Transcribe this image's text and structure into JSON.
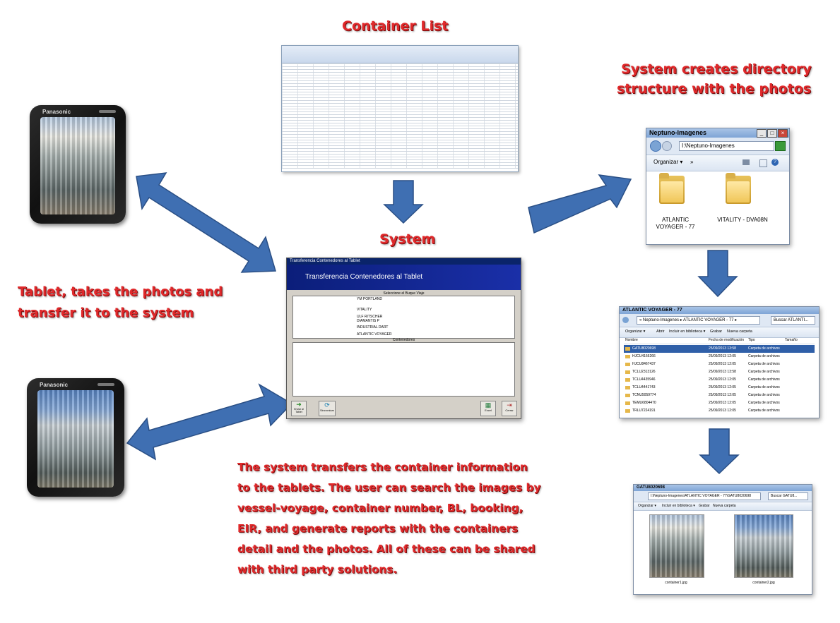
{
  "labels": {
    "container_list": "Container List",
    "system_creates_1": "System creates directory",
    "system_creates_2": "structure with the photos",
    "system": "System",
    "tablet_1": "Tablet, takes the photos and",
    "tablet_2": "transfer it to the system",
    "transfer_lines": [
      "The system transfers the container information",
      "to the tablets. The user can search the images by",
      "vessel-voyage, container number, BL, booking,",
      "EIR, and generate reports with the containers",
      "detail and the photos. All of these can be shared",
      "with third party solutions."
    ]
  },
  "colors": {
    "caption_red": "#e0292b",
    "arrow_blue": "#3f6fb2",
    "arrow_outline": "#2a4f85"
  },
  "tablets": {
    "brand": "Panasonic"
  },
  "app_window": {
    "title": "Transferencia Contenedores al Tablet",
    "header": "Transferencia Contenedores al Tablet",
    "voyage_group": "Seleccione el Buque Viaje",
    "containers_group": "Contenedores",
    "voyage_rows": [
      "YM PORTLAND",
      "VITALITY",
      "ULF RITSCHER",
      "DIAMANTIS P",
      "INDUSTRIAL DART",
      "ATLANTIC VOYAGER"
    ],
    "btn_send": "Enviar al Tablet",
    "btn_sync": "Sincronizar",
    "btn_excel": "Excel",
    "btn_close": "Cerrar"
  },
  "explorer_main": {
    "title": "Neptuno-Imagenes",
    "address": "I:\\Neptuno-Imagenes",
    "organize": "Organizar ▾",
    "more": "»",
    "folders": [
      "ATLANTIC VOYAGER - 77",
      "VITALITY - DVA08N"
    ]
  },
  "explorer_voyage": {
    "title": "ATLANTIC VOYAGER - 77",
    "address": "« Neptuno-Imagenes ▸ ATLANTIC VOYAGER - 77 ▸",
    "search": "Buscar ATLANTI...",
    "cmds": [
      "Organizar ▾",
      "Abrir",
      "Incluir en biblioteca ▾",
      "Grabar",
      "Nueva carpeta"
    ],
    "cols": [
      "Nombre",
      "Fecha de modificación",
      "Tipo",
      "Tamaño"
    ],
    "rows": [
      {
        "name": "GATU8020698",
        "date": "25/09/2013 13:58",
        "type": "Carpeta de archivos"
      },
      {
        "name": "HJCU4166266",
        "date": "25/09/2013 12:05",
        "type": "Carpeta de archivos"
      },
      {
        "name": "HJCU8467437",
        "date": "25/09/2013 12:05",
        "type": "Carpeta de archivos"
      },
      {
        "name": "TCLU2313126",
        "date": "25/09/2013 13:58",
        "type": "Carpeta de archivos"
      },
      {
        "name": "TCLU4435946",
        "date": "25/09/2013 12:05",
        "type": "Carpeta de archivos"
      },
      {
        "name": "TCLU4441743",
        "date": "25/09/2013 12:05",
        "type": "Carpeta de archivos"
      },
      {
        "name": "TCNU5059774",
        "date": "25/09/2013 12:05",
        "type": "Carpeta de archivos"
      },
      {
        "name": "TEMU6804470",
        "date": "25/09/2013 12:05",
        "type": "Carpeta de archivos"
      },
      {
        "name": "TRLU7224191",
        "date": "25/09/2013 12:05",
        "type": "Carpeta de archivos"
      }
    ]
  },
  "explorer_container": {
    "title": "GATU8020698",
    "address": "I:\\Neptuno-Imagenes\\ATLANTIC VOYAGER - 77\\GATU8020698",
    "search": "Buscar GATU8...",
    "cmds": [
      "Organizar ▾",
      "Incluir en biblioteca ▾",
      "Grabar",
      "Nueva carpeta"
    ],
    "files": [
      "container1.jpg",
      "container2.jpg"
    ]
  }
}
